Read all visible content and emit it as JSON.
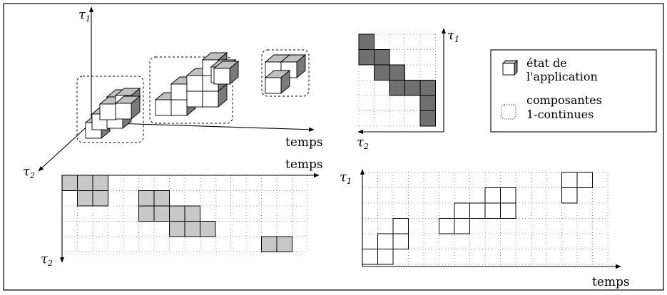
{
  "axes": {
    "iso_tau1": "τ",
    "iso_tau1_sub": "1",
    "iso_tau2": "τ",
    "iso_tau2_sub": "2",
    "iso_time": "temps",
    "topright_tau1": "τ",
    "topright_tau1_sub": "1",
    "topright_tau2": "τ",
    "topright_tau2_sub": "2",
    "bottomleft_time": "temps",
    "bottomleft_tau2": "τ",
    "bottomleft_tau2_sub": "2",
    "bottomright_tau1": "τ",
    "bottomright_tau1_sub": "1",
    "bottomright_time": "temps"
  },
  "legend": {
    "state_line1": "état de",
    "state_line2": "l'application",
    "components_line1": "composantes",
    "components_line2": "1-continues"
  },
  "colors": {
    "light_fill": "#c8c8c8",
    "dark_fill": "#707070",
    "cube_top": "#c0c0c0",
    "cube_side": "#7a7a7a",
    "grid_dot": "#888888"
  }
}
